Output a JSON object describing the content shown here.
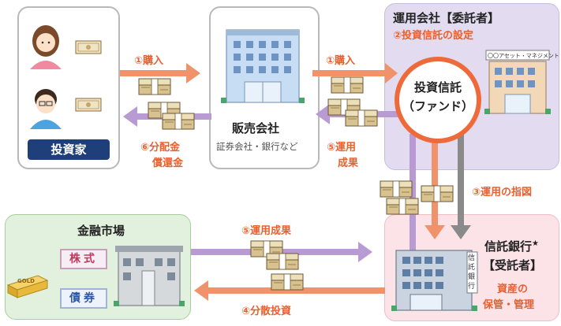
{
  "investor": {
    "badge": "投資家"
  },
  "seller": {
    "title": "販売会社",
    "subtitle": "証券会社・銀行など"
  },
  "management": {
    "title": "運用会社【委託者】",
    "step2": "②投資信託の設定",
    "company_sign": "〇〇アセット・マネジメント"
  },
  "fund": {
    "line1": "投資信託",
    "line2": "（ファンド）"
  },
  "trust": {
    "title": "信託銀行",
    "title_mark": "★",
    "role": "【受託者】",
    "duty_line1": "資産の",
    "duty_line2": "保管・管理",
    "sign": "信託銀行"
  },
  "market": {
    "title": "金融市場",
    "stocks": "株式",
    "bonds": "債券",
    "gold_label": "GOLD"
  },
  "flows": {
    "purchase_left": "①購入",
    "purchase_right": "①購入",
    "distribution_line1": "⑥分配金",
    "distribution_line2": "償還金",
    "results_top_line1": "⑤運用",
    "results_top_line2": "成果",
    "instruction": "③運用の指図",
    "results_bottom": "⑤運用成果",
    "investment": "④分散投資"
  },
  "colors": {
    "orange": "#f0936a",
    "purple": "#b79bd2",
    "gray": "#8a8a8a",
    "navy": "#1f3f7a"
  }
}
